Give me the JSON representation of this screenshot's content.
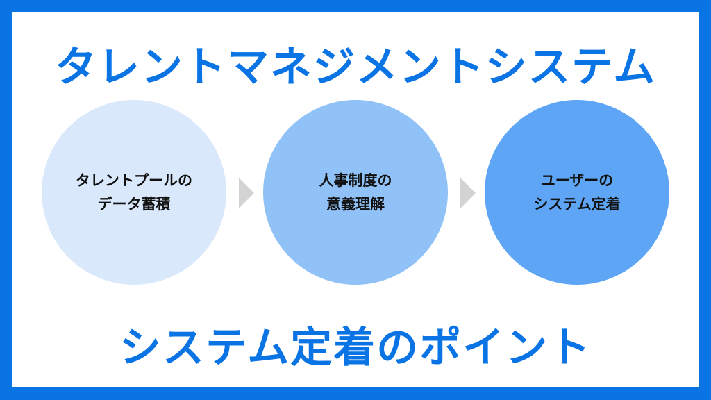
{
  "title": "タレントマネジメントシステム",
  "subtitle": "システム定着のポイント",
  "steps": [
    {
      "line1": "タレントプールの",
      "line2": "データ蓄積",
      "color": "#d9e8fb"
    },
    {
      "line1": "人事制度の",
      "line2": "意義理解",
      "color": "#91c2f7"
    },
    {
      "line1": "ユーザーの",
      "line2": "システム定着",
      "color": "#5ea6f5"
    }
  ],
  "colors": {
    "accent": "#0b74e5",
    "arrow": "#d3d3d3"
  }
}
